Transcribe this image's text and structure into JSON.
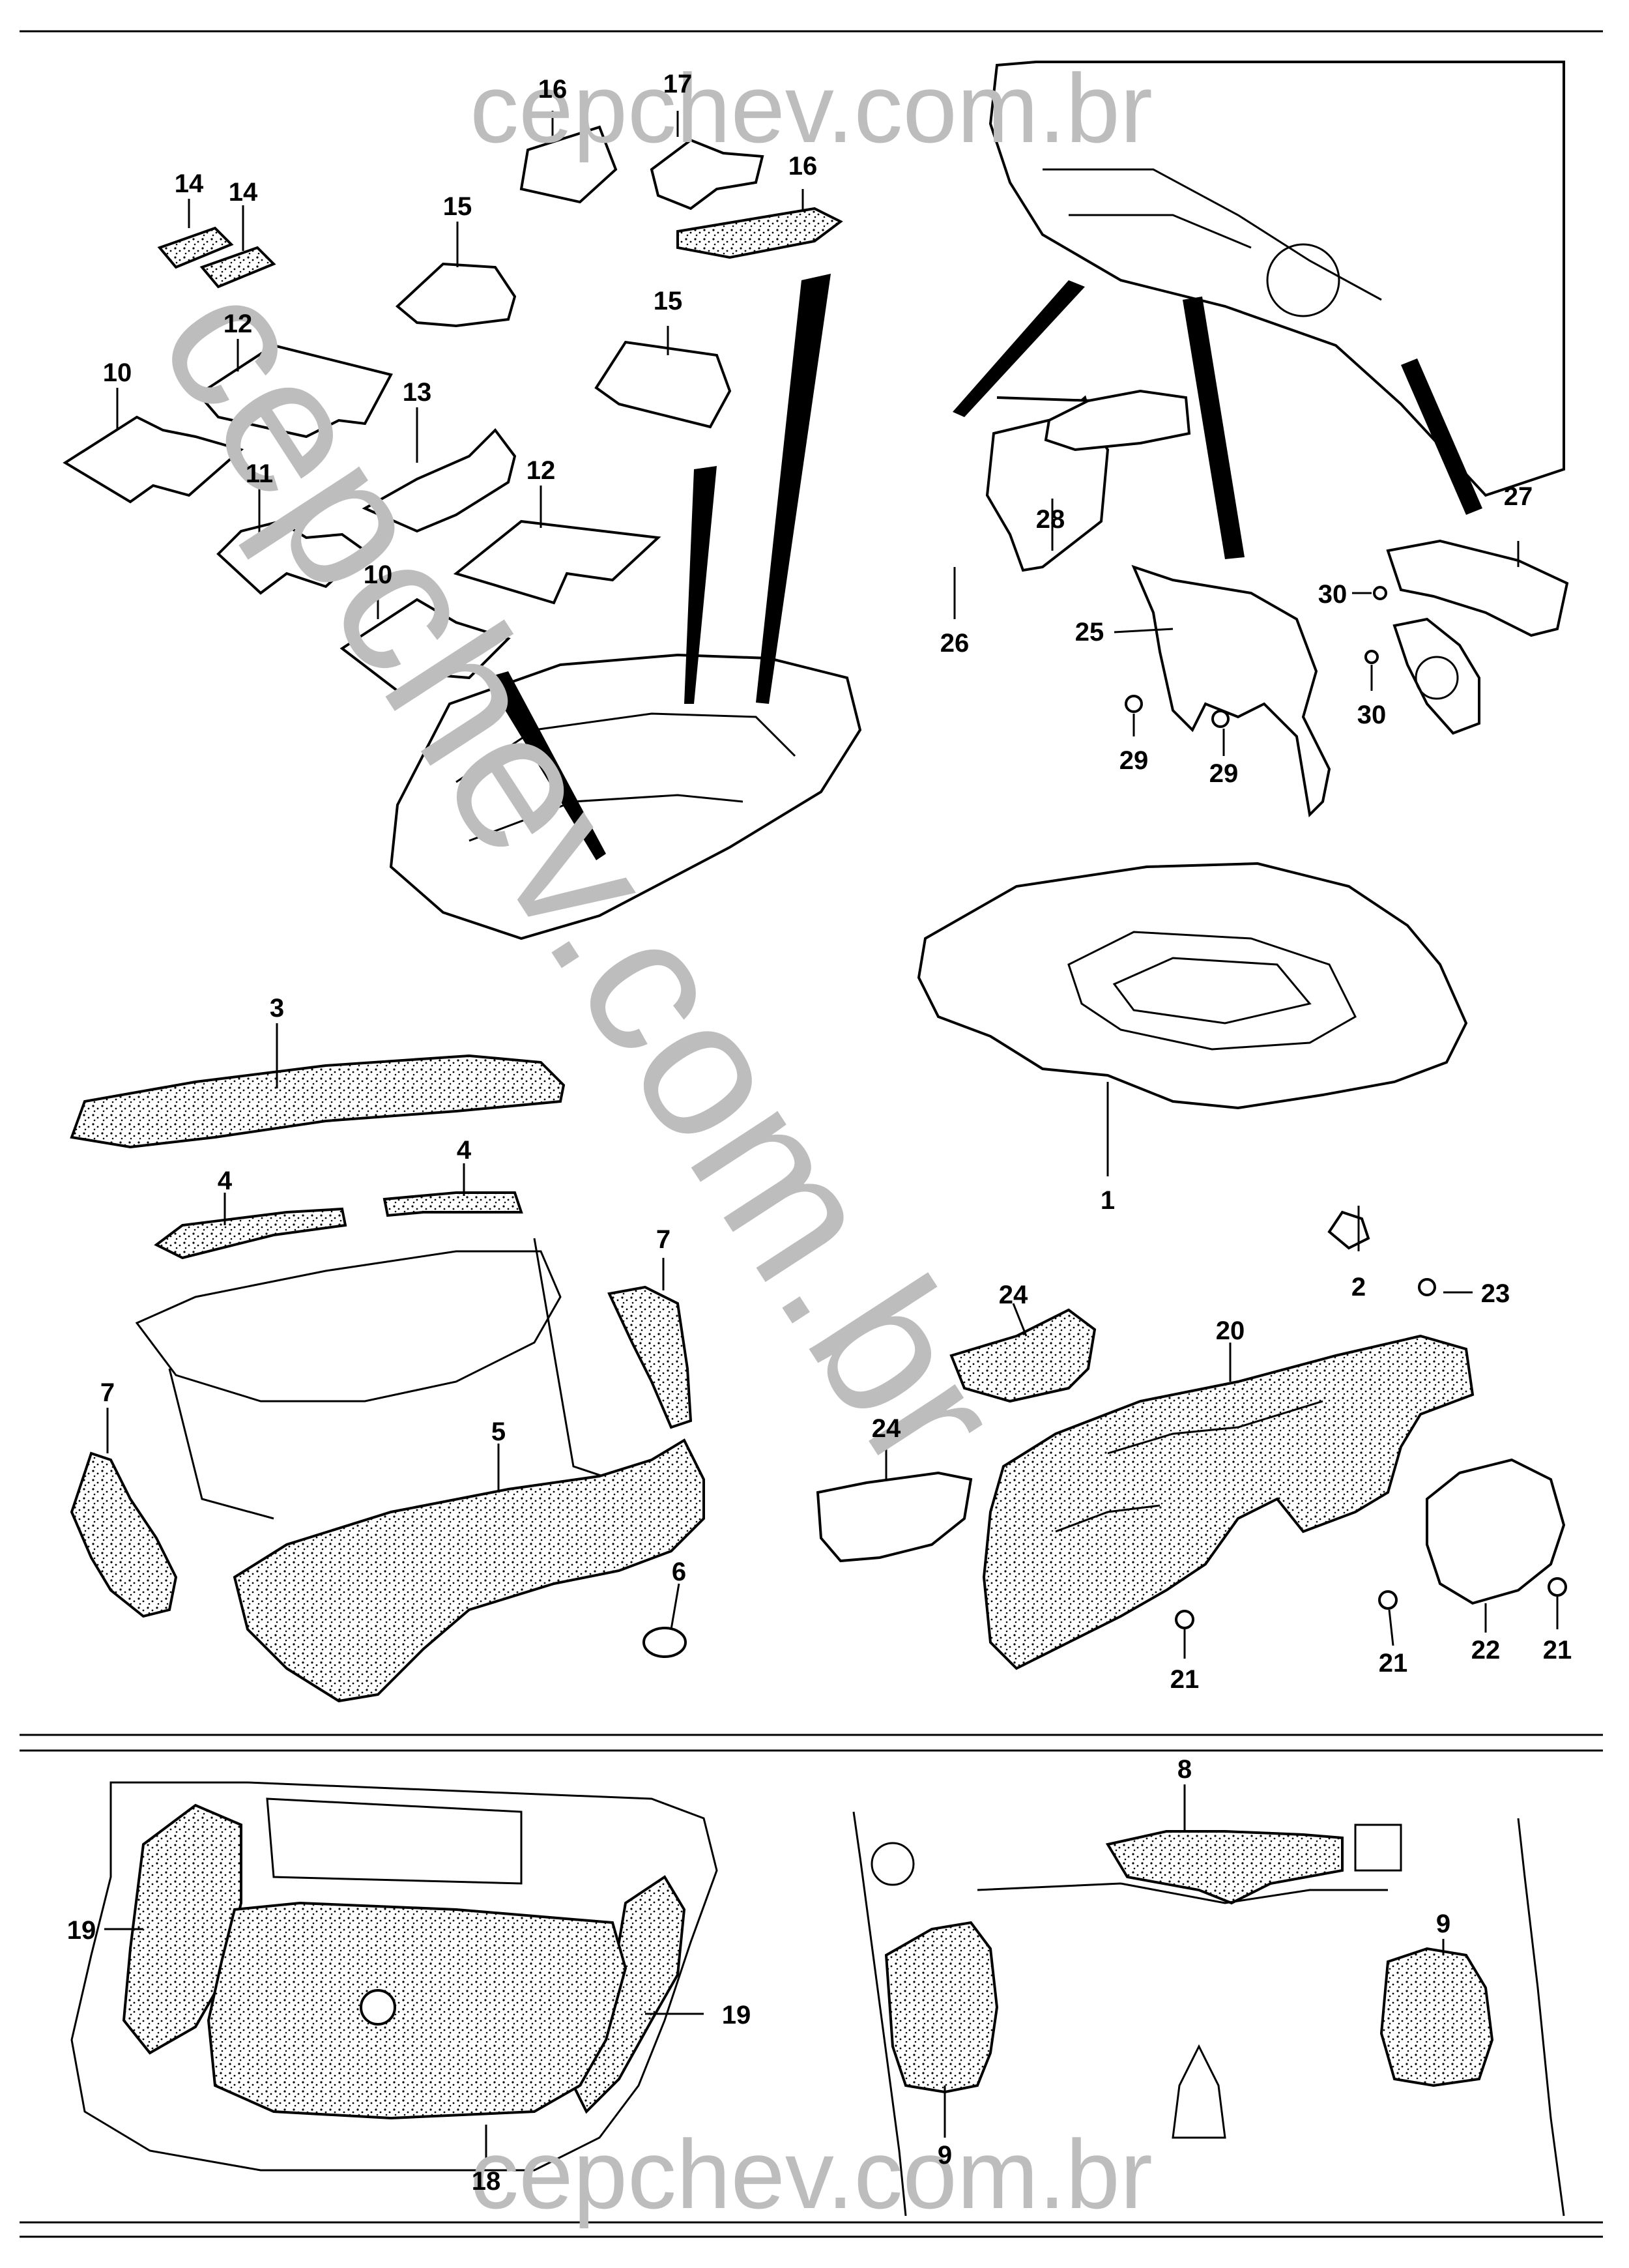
{
  "watermark": {
    "top": "cepchev.com.br",
    "diagonal": "cepchev.com.br",
    "bottom": "cepchev.com.br"
  },
  "callouts": {
    "c1": "1",
    "c2": "2",
    "c3": "3",
    "c4a": "4",
    "c4b": "4",
    "c5": "5",
    "c6": "6",
    "c7a": "7",
    "c7b": "7",
    "c8": "8",
    "c9a": "9",
    "c9b": "9",
    "c10a": "10",
    "c10b": "10",
    "c11": "11",
    "c12a": "12",
    "c12b": "12",
    "c13": "13",
    "c14a": "14",
    "c14b": "14",
    "c15a": "15",
    "c15b": "15",
    "c16a": "16",
    "c16b": "16",
    "c17": "17",
    "c18": "18",
    "c19a": "19",
    "c19b": "19",
    "c20": "20",
    "c21a": "21",
    "c21b": "21",
    "c21c": "21",
    "c22": "22",
    "c23": "23",
    "c24a": "24",
    "c24b": "24",
    "c25": "25",
    "c26": "26",
    "c27": "27",
    "c28": "28",
    "c29a": "29",
    "c29b": "29",
    "c30a": "30",
    "c30b": "30"
  },
  "colors": {
    "ink": "#000000",
    "watermark": "#bdbdbd",
    "paper": "#ffffff"
  }
}
